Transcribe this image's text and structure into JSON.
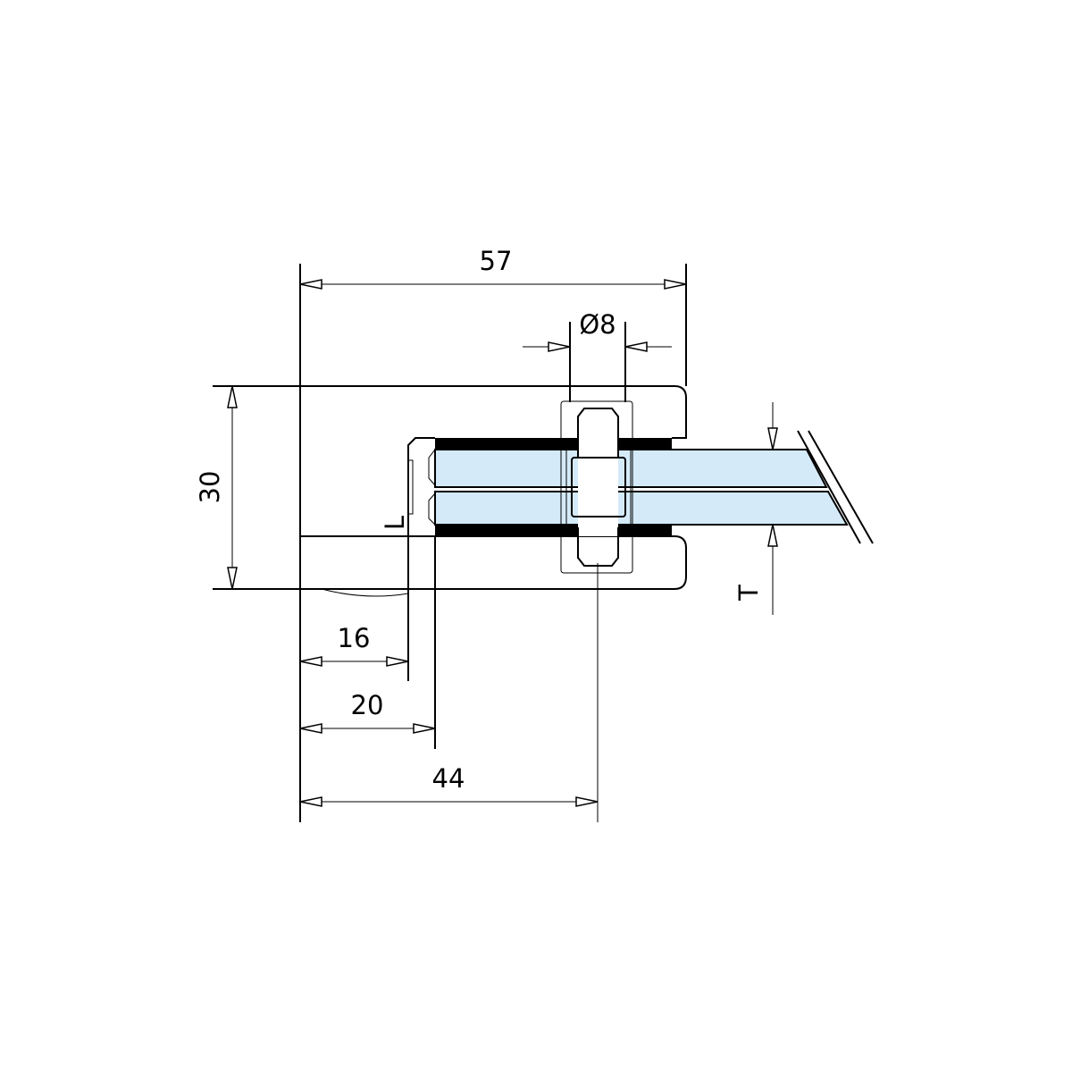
{
  "drawing": {
    "dimensions": {
      "overall_width": "57",
      "bolt_diameter": "Ø8",
      "height": "30",
      "glass_insert_min": "16",
      "glass_insert_max": "20",
      "bolt_position": "44",
      "glass_thickness_label": "T",
      "slot_label": "L"
    },
    "colors": {
      "glass": "#d4eaf9",
      "gasket": "#000000",
      "line": "#000000"
    }
  }
}
